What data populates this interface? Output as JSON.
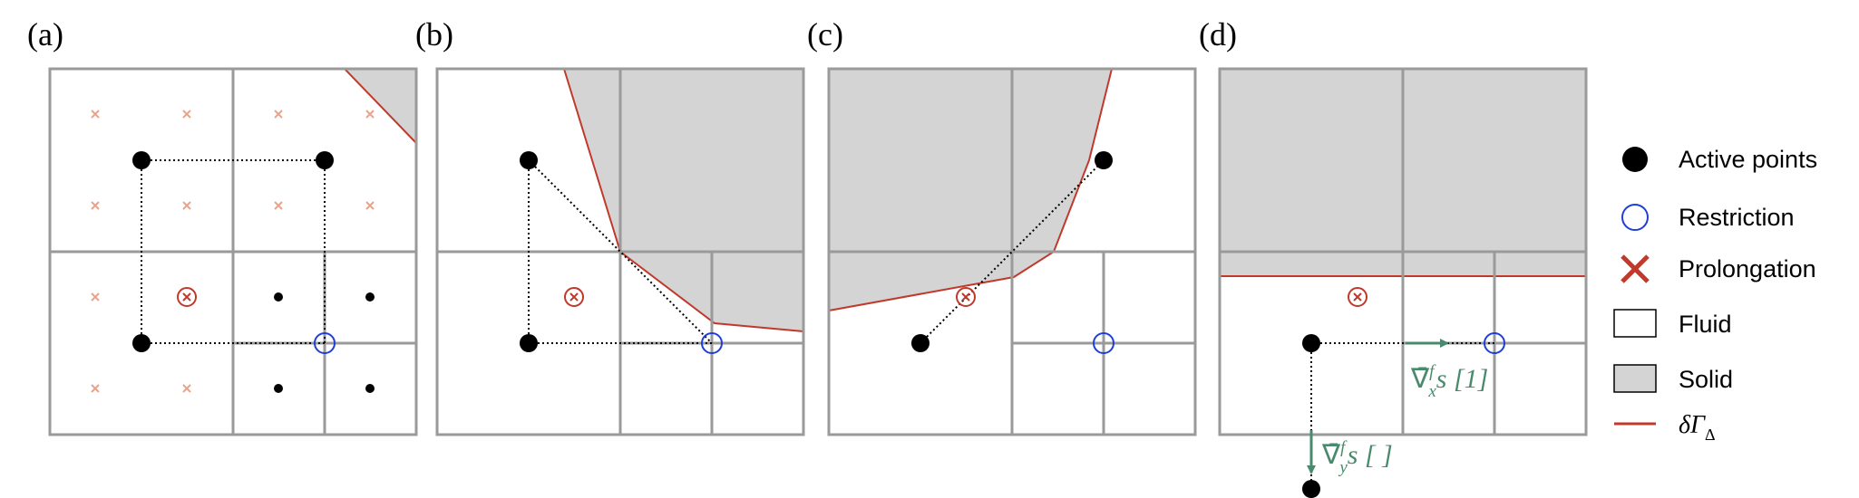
{
  "panels": [
    {
      "label": "(a)"
    },
    {
      "label": "(b)"
    },
    {
      "label": "(c)"
    },
    {
      "label": "(d)"
    }
  ],
  "legend": {
    "active_points": "Active points",
    "restriction": "Restriction",
    "prolongation": "Prolongation",
    "fluid": "Fluid",
    "solid": "Solid",
    "interface": "δΓ",
    "interface_sub": "Δ"
  },
  "gradients": {
    "x": {
      "nabla": "∇̄",
      "sup": "f",
      "sub": "x",
      "body": "s [1]"
    },
    "y": {
      "nabla": "∇̄",
      "sup": "f",
      "sub": "y",
      "body": "s [ ]"
    }
  },
  "colors": {
    "grid": "#9a9a9a",
    "solid": "#d4d4d4",
    "interface": "#c0392b",
    "restriction": "#1f3fd6",
    "prolongation": "#c0392b",
    "prolongation_light": "#e8a48a",
    "gradient": "#4a8a6c",
    "point": "#000000"
  }
}
